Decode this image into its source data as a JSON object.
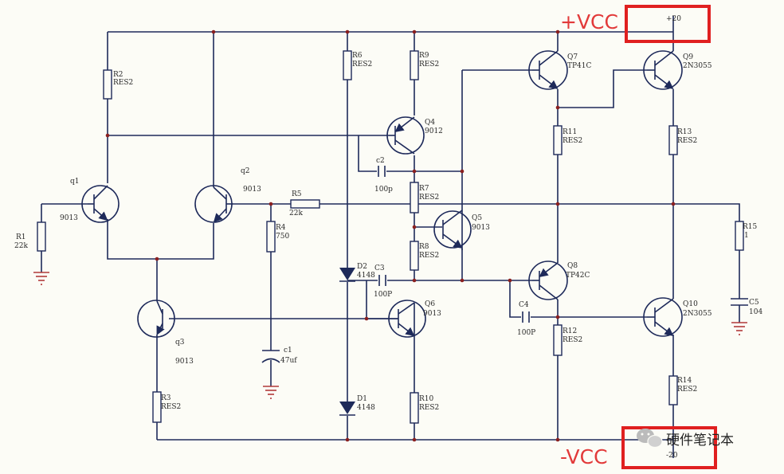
{
  "labels": {
    "vcc_pos": "+VCC",
    "vcc_neg": "-VCC",
    "rail_pos_value": "+20",
    "rail_neg_value": "-20",
    "watermark": "硬件笔记本"
  },
  "components": {
    "r1": {
      "ref": "R1",
      "value": "22k"
    },
    "r2": {
      "ref": "R2",
      "value": "RES2"
    },
    "r3": {
      "ref": "R3",
      "value": "RES2"
    },
    "r4": {
      "ref": "R4",
      "value": "750"
    },
    "r5": {
      "ref": "R5",
      "value": "22k"
    },
    "r6": {
      "ref": "R6",
      "value": "RES2"
    },
    "r7": {
      "ref": "R7",
      "value": "RES2"
    },
    "r8": {
      "ref": "R8",
      "value": "RES2"
    },
    "r9": {
      "ref": "R9",
      "value": "RES2"
    },
    "r10": {
      "ref": "R10",
      "value": "RES2"
    },
    "r11": {
      "ref": "R11",
      "value": "RES2"
    },
    "r12": {
      "ref": "R12",
      "value": "RES2"
    },
    "r13": {
      "ref": "R13",
      "value": "RES2"
    },
    "r14": {
      "ref": "R14",
      "value": "RES2"
    },
    "r15": {
      "ref": "R15",
      "value": "1"
    },
    "c1": {
      "ref": "c1",
      "value": "47uf"
    },
    "c2": {
      "ref": "c2",
      "value": "100p"
    },
    "c3": {
      "ref": "C3",
      "value": "100P"
    },
    "c4": {
      "ref": "C4",
      "value": "100P"
    },
    "c5": {
      "ref": "C5",
      "value": "104"
    },
    "d1": {
      "ref": "D1",
      "value": "4148"
    },
    "d2": {
      "ref": "D2",
      "value": "4148"
    },
    "q1": {
      "ref": "q1",
      "value": "9013"
    },
    "q2": {
      "ref": "q2",
      "value": "9013"
    },
    "q3": {
      "ref": "q3",
      "value": "9013"
    },
    "q4": {
      "ref": "Q4",
      "value": "9012"
    },
    "q5": {
      "ref": "Q5",
      "value": "9013"
    },
    "q6": {
      "ref": "Q6",
      "value": "9013"
    },
    "q7": {
      "ref": "Q7",
      "value": "TP41C"
    },
    "q8": {
      "ref": "Q8",
      "value": "TP42C"
    },
    "q9": {
      "ref": "Q9",
      "value": "2N3055"
    },
    "q10": {
      "ref": "Q10",
      "value": "2N3055"
    }
  }
}
